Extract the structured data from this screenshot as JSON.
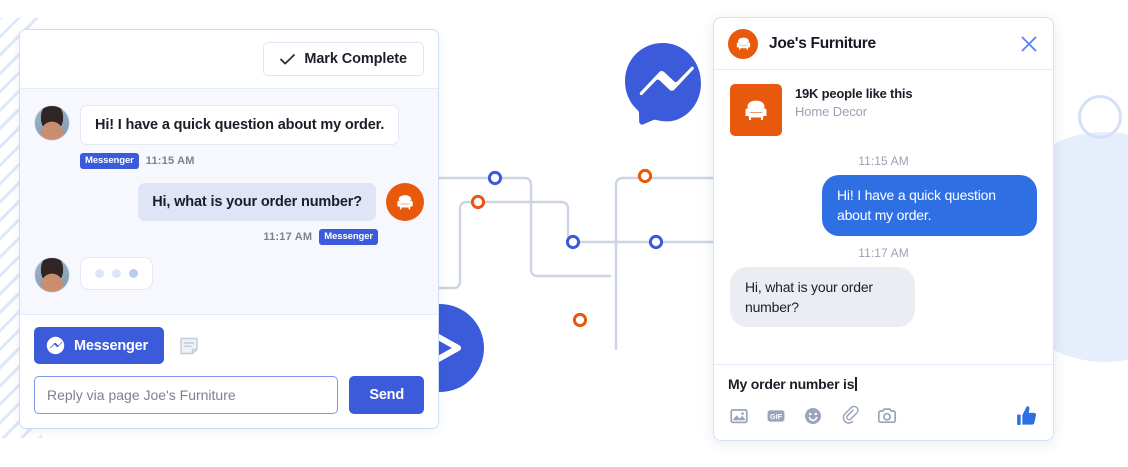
{
  "left_panel": {
    "mark_complete_label": "Mark Complete",
    "check_icon": "check-icon",
    "messages": [
      {
        "direction": "incoming",
        "text": "Hi! I have a quick question about my order.",
        "channel": "Messenger",
        "time": "11:15 AM",
        "avatar": "customer-avatar"
      },
      {
        "direction": "outgoing",
        "text": "Hi, what is your order number?",
        "channel": "Messenger",
        "time": "11:17 AM",
        "avatar": "brand-avatar"
      }
    ],
    "typing_indicator": "typing-indicator",
    "composer": {
      "tab_label": "Messenger",
      "tab_icon": "messenger-icon",
      "note_icon": "note-icon",
      "reply_placeholder": "Reply via page Joe's Furniture",
      "reply_value": "",
      "send_label": "Send"
    }
  },
  "right_panel": {
    "title": "Joe's Furniture",
    "logo_icon": "armchair-icon",
    "close_icon": "close-icon",
    "page_card": {
      "likes": "19K people like this",
      "category": "Home Decor",
      "thumb_icon": "armchair-icon"
    },
    "messages": [
      {
        "time": "11:15 AM",
        "direction": "outgoing",
        "text": "Hi! I have a quick question about my order."
      },
      {
        "time": "11:17 AM",
        "direction": "incoming",
        "text": "Hi, what is your order number?"
      }
    ],
    "composer": {
      "typed_text": "My order number is",
      "icons": [
        "photo-icon",
        "gif-icon",
        "emoji-icon",
        "paperclip-icon",
        "camera-icon"
      ],
      "like_icon": "thumbs-up-icon"
    }
  },
  "decorations": {
    "messenger_logo": "messenger-logo",
    "activecampaign_logo": "activecampaign-logo",
    "connector_nodes": [
      {
        "color": "#3b5bdb"
      },
      {
        "color": "#e8590c"
      },
      {
        "color": "#3b5bdb"
      },
      {
        "color": "#e8590c"
      },
      {
        "color": "#e8590c"
      },
      {
        "color": "#3b5bdb"
      }
    ]
  },
  "colors": {
    "brand_blue": "#3b5bdb",
    "messenger_blue": "#2f6fe4",
    "brand_orange": "#e8590c",
    "bubble_gray": "#ebedf2",
    "thread_bg": "#f6f8fe"
  }
}
